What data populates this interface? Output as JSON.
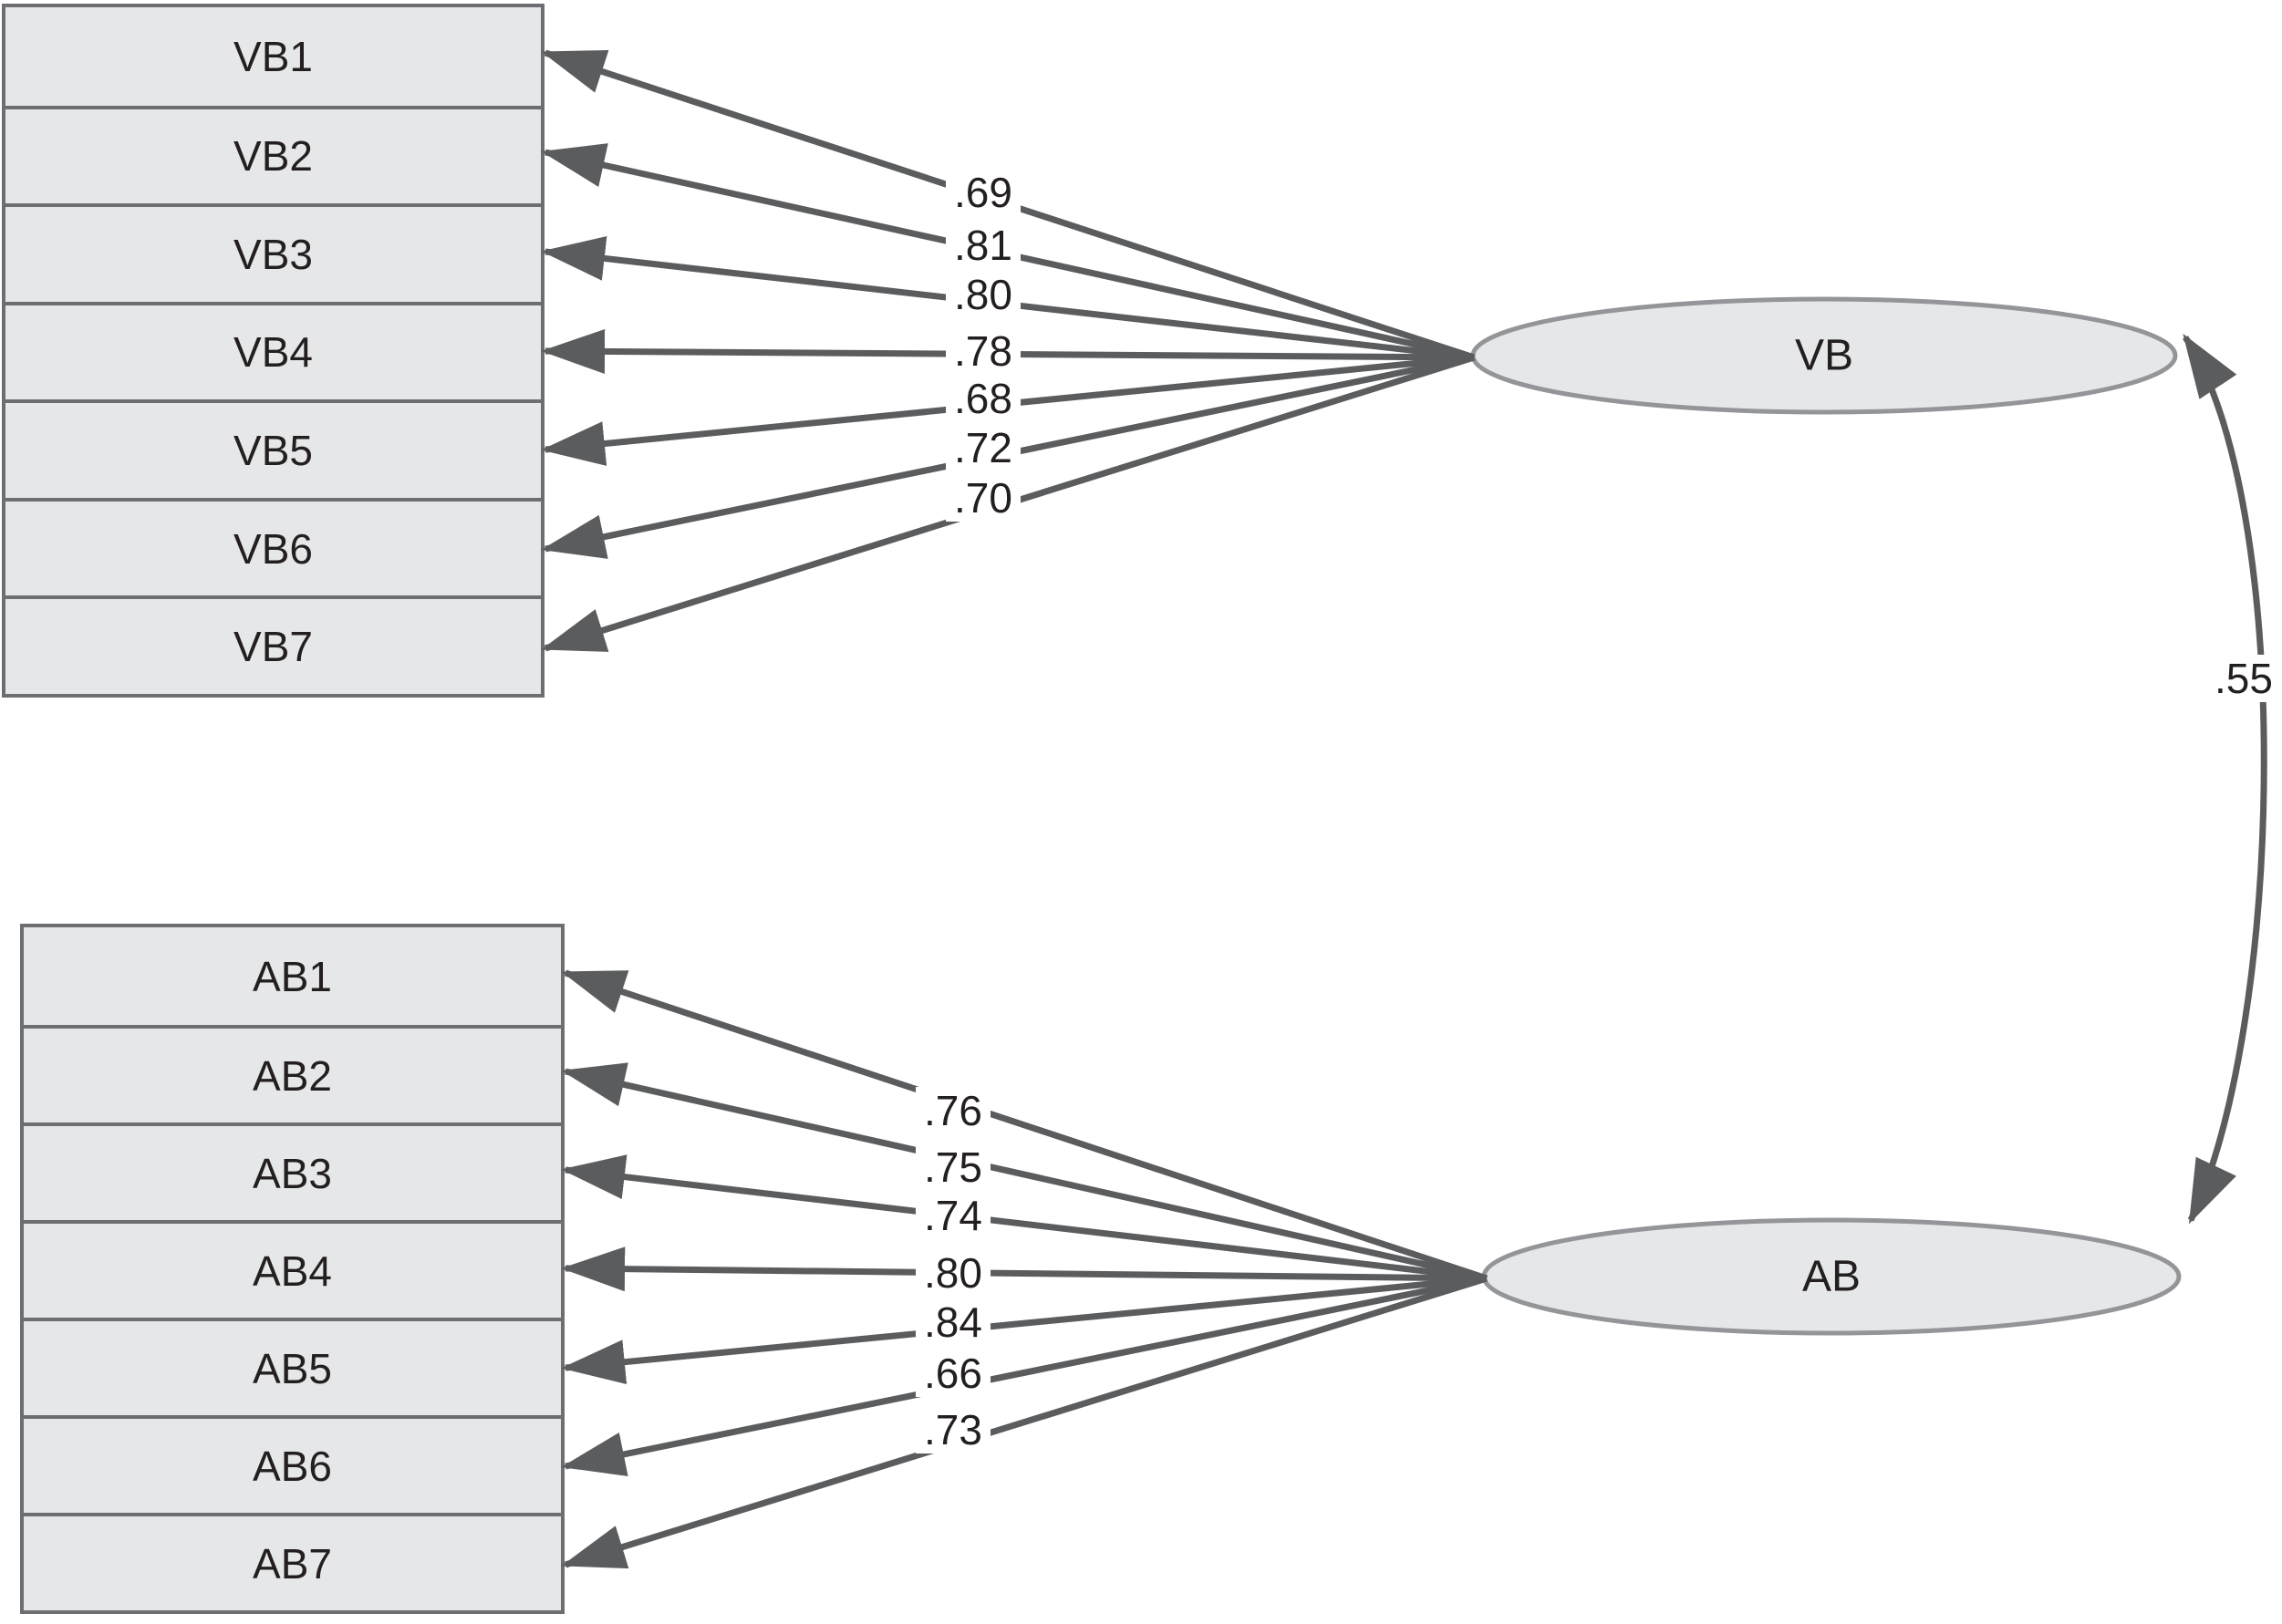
{
  "diagram_type": "confirmatory-factor-analysis-path-model",
  "factors": [
    {
      "label": "VB",
      "indicators": [
        "VB1",
        "VB2",
        "VB3",
        "VB4",
        "VB5",
        "VB6",
        "VB7"
      ],
      "loadings": [
        ".69",
        ".81",
        ".80",
        ".78",
        ".68",
        ".72",
        ".70"
      ]
    },
    {
      "label": "AB",
      "indicators": [
        "AB1",
        "AB2",
        "AB3",
        "AB4",
        "AB5",
        "AB6",
        "AB7"
      ],
      "loadings": [
        ".76",
        ".75",
        ".74",
        ".80",
        ".84",
        ".66",
        ".73"
      ]
    }
  ],
  "correlation": ".55",
  "colors": {
    "box_fill": "#e6e7e8",
    "box_border": "#6d6e71",
    "ellipse_fill": "#e6e7e8",
    "ellipse_border": "#939598",
    "arrow": "#5b5c5e",
    "text": "#231f20"
  }
}
